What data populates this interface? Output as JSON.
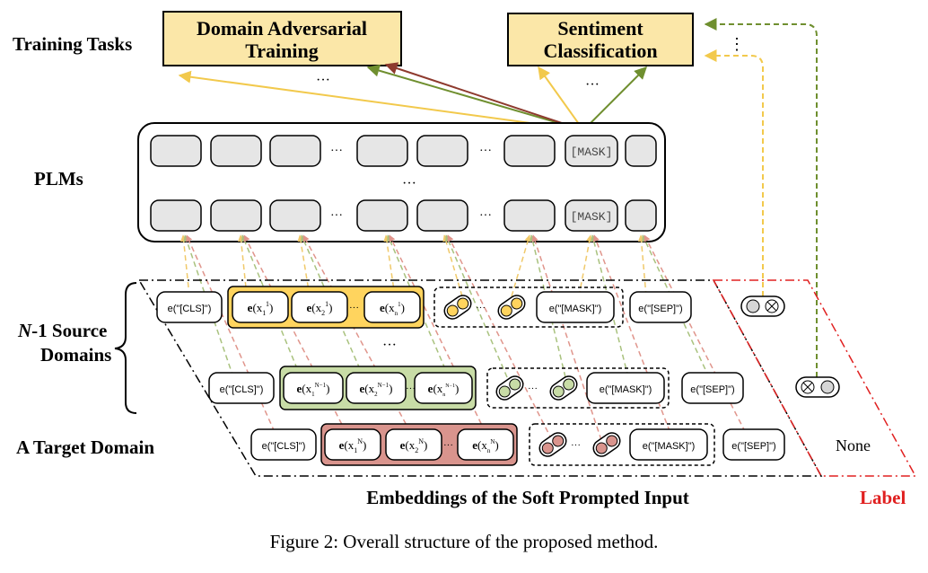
{
  "row_labels": {
    "training_tasks": "Training Tasks",
    "plms": "PLMs",
    "source_domains_n": "N",
    "source_domains_rest": "-1 Source",
    "source_domains_line2": "Domains",
    "target_domain": "A Target Domain"
  },
  "tasks": {
    "domain_adversarial_line1": "Domain Adversarial",
    "domain_adversarial_line2": "Training",
    "sentiment_line1": "Sentiment",
    "sentiment_line2": "Classification"
  },
  "ellipsis": "···",
  "vertical_ellipsis": "⋮",
  "plm_mask_token": "[MASK]",
  "embedding_tokens": {
    "cls": "e(\"[CLS]\")",
    "mask": "e(\"[MASK]\")",
    "sep": "e(\"[SEP]\")"
  },
  "label_none": "None",
  "footer": {
    "embeddings_title": "Embeddings of the Soft Prompted Input",
    "label_title": "Label"
  },
  "caption": "Figure 2: Overall structure of the proposed method.",
  "colors": {
    "task_box_fill": "#fbe7a8",
    "source1_fill": "#ffd45e",
    "source_n1_fill": "#c8dca6",
    "target_fill": "#d9948d",
    "arrow_yellow": "#f2c94c",
    "arrow_green": "#6f8f2f",
    "arrow_red": "#8e3a2e",
    "label_red": "#e02020"
  }
}
